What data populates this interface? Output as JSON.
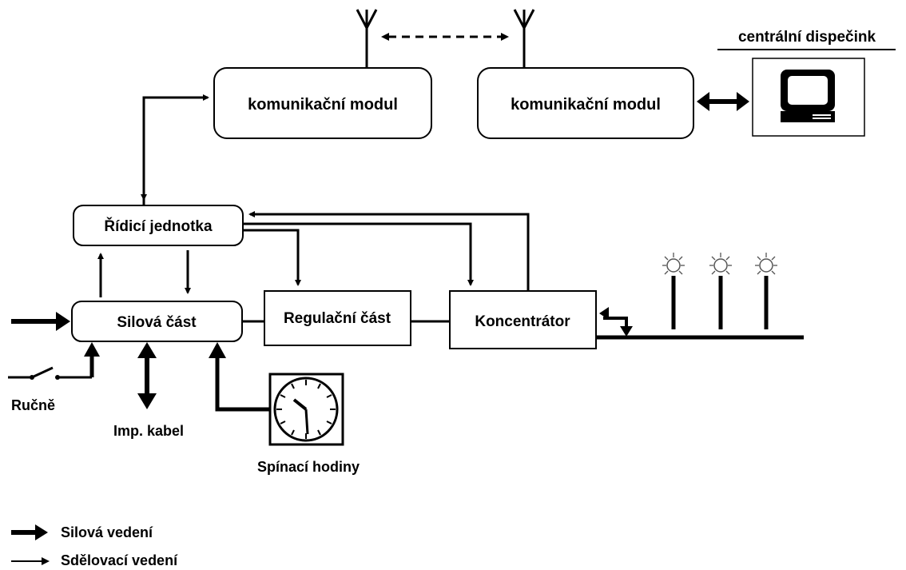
{
  "blocks": {
    "comm_module_left": "komunikační modul",
    "comm_module_right": "komunikační modul",
    "control_unit": "Řídicí jednotka",
    "power_part": "Silová část",
    "regulation_part": "Regulační část",
    "concentrator": "Koncentrátor"
  },
  "labels": {
    "central_dispatch": "centrální dispečink",
    "manual": "Ručně",
    "imp_cable": "Imp. kabel",
    "timer": "Spínací hodiny"
  },
  "legend": {
    "power_lines": "Silová vedení",
    "signal_lines": "Sdělovací vedení"
  },
  "colors": {
    "ink": "#000000",
    "background": "#ffffff",
    "screen": "#ffffff",
    "bulb_glow": "#555555"
  },
  "icons": [
    "antenna-icon",
    "computer-terminal-icon",
    "clock-icon",
    "street-lamp-icon",
    "switch-icon"
  ]
}
